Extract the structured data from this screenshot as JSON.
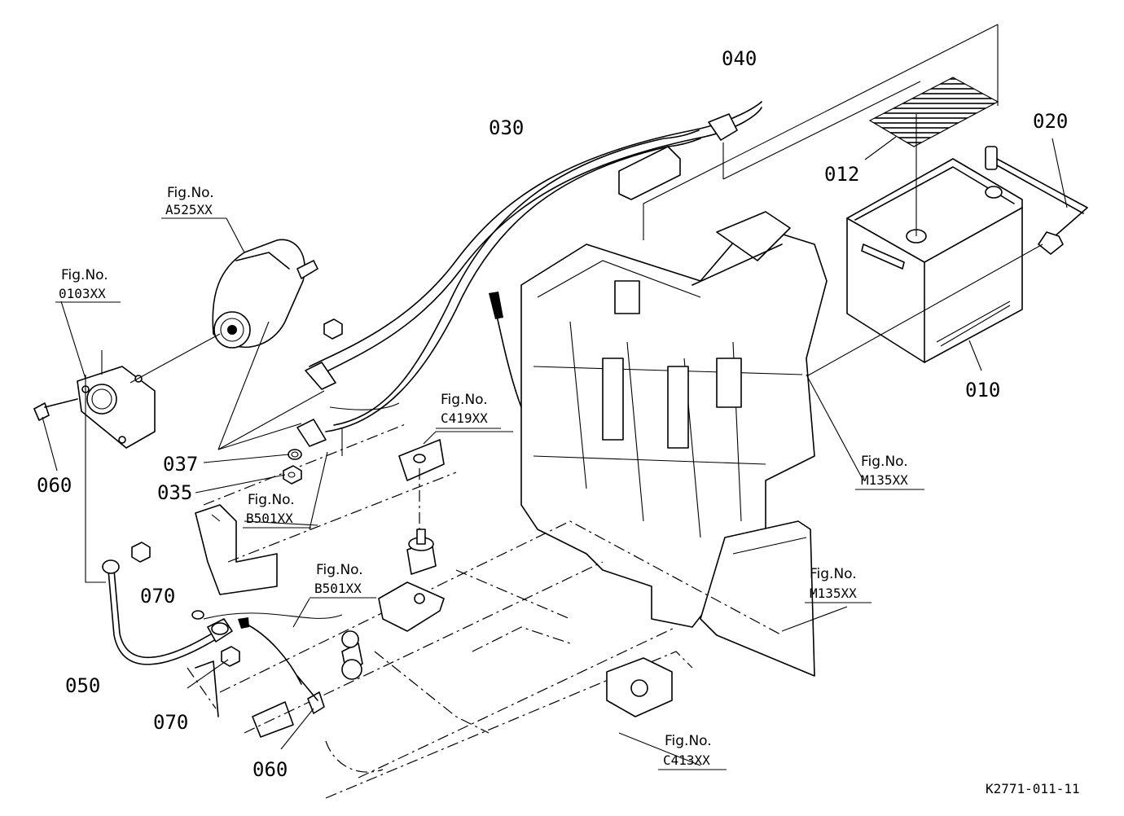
{
  "parts": {
    "p010": "010",
    "p012": "012",
    "p020": "020",
    "p030": "030",
    "p040": "040",
    "p035": "035",
    "p037": "037",
    "p050": "050",
    "p060a": "060",
    "p060b": "060",
    "p070a": "070",
    "p070b": "070"
  },
  "figrefs": {
    "fig_label": "Fig.No.",
    "a525": "A525XX",
    "r0103": "0103XX",
    "c419": "C419XX",
    "m135a": "M135XX",
    "m135b": "M135XX",
    "b501a": "B501XX",
    "b501b": "B501XX",
    "c413": "C413XX"
  },
  "drawing_code": "K2771-011-11"
}
